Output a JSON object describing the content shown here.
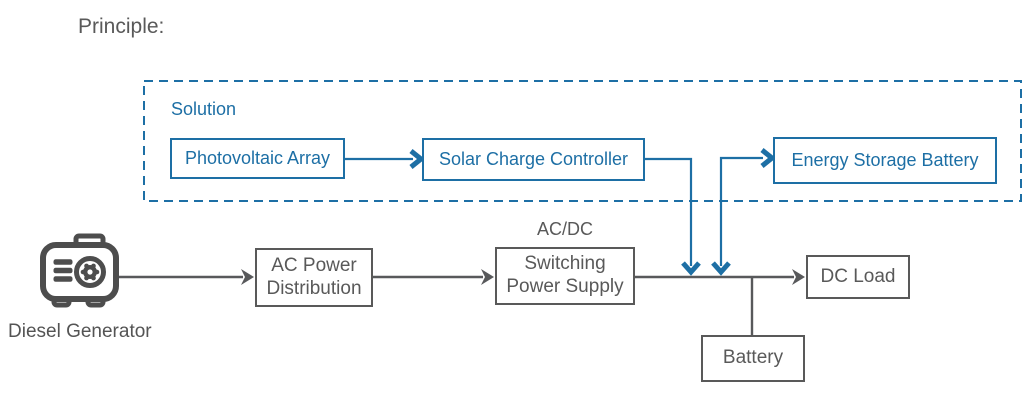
{
  "title": "Principle:",
  "colors": {
    "accent_blue": "#1d6fa5",
    "diagram_gray": "#595959",
    "icon_gray": "#4d4d4d"
  },
  "solution": {
    "label": "Solution",
    "nodes": {
      "photovoltaic_array": "Photovoltaic Array",
      "solar_charge_controller": "Solar Charge Controller",
      "energy_storage_battery": "Energy Storage Battery"
    }
  },
  "main": {
    "generator_label": "Diesel Generator",
    "ac_power_distribution": {
      "line1": "AC Power",
      "line2": "Distribution"
    },
    "converter_caption": "AC/DC",
    "switching_power_supply": {
      "line1": "Switching",
      "line2": "Power Supply"
    },
    "dc_load": "DC Load",
    "battery": "Battery"
  }
}
